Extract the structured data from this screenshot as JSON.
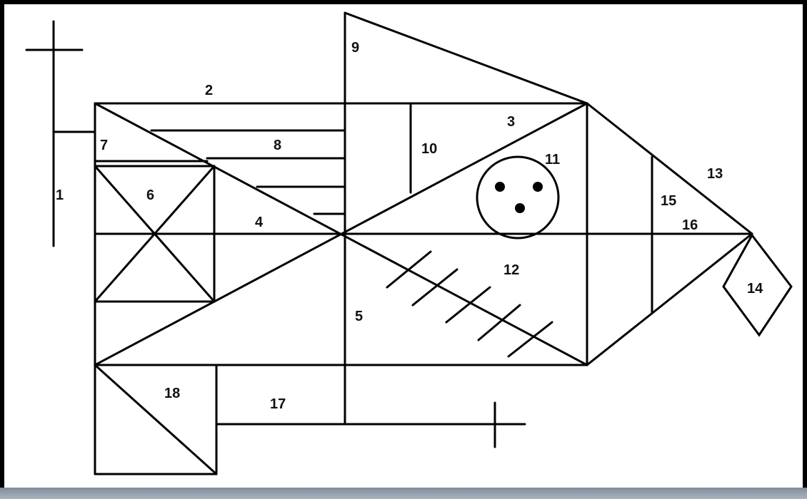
{
  "figure": {
    "labels": [
      "1",
      "2",
      "3",
      "4",
      "5",
      "6",
      "7",
      "8",
      "9",
      "10",
      "11",
      "12",
      "13",
      "14",
      "15",
      "16",
      "17",
      "18"
    ]
  },
  "colors": {
    "ink": "#000000",
    "background": "#ffffff",
    "frame": "#000000"
  }
}
